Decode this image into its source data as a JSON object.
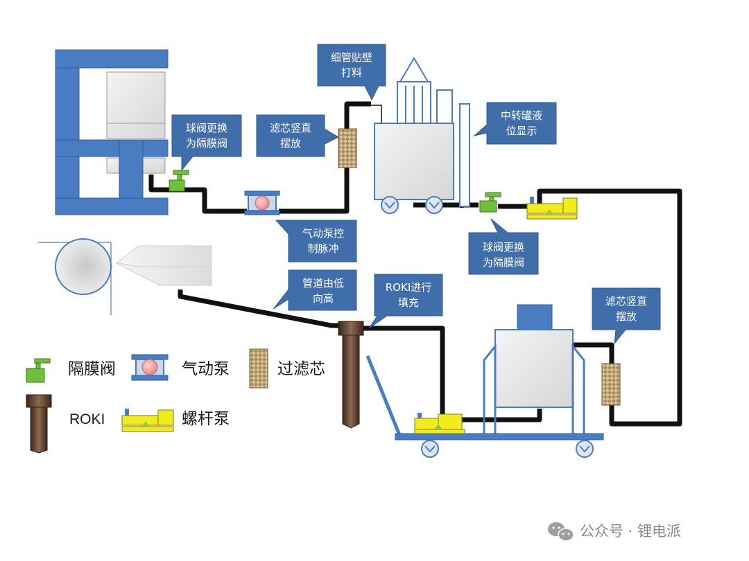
{
  "callouts": {
    "fine_pipe": [
      "细管贴壁",
      "打料"
    ],
    "ball_valve_1": [
      "球阀更换",
      "为隔膜阀"
    ],
    "filter_1": [
      "滤芯竖直",
      "摆放"
    ],
    "transfer_level": [
      "中转罐液",
      "位显示"
    ],
    "pneumatic_pulse": [
      "气动泵控",
      "制脉冲"
    ],
    "ball_valve_2": [
      "球阀更换",
      "为隔膜阀"
    ],
    "pipe_rise": [
      "管道由低",
      "向高"
    ],
    "roki_fill": [
      "ROKI进行",
      "填充"
    ],
    "filter_2": [
      "滤芯竖直",
      "摆放"
    ]
  },
  "legend": {
    "diaphragm_valve": "隔膜阀",
    "pneumatic_pump": "气动泵",
    "filter_core": "过滤芯",
    "roki": "ROKI",
    "screw_pump": "螺杆泵"
  },
  "watermark": {
    "text": "公众号 · 锂电派"
  },
  "colors": {
    "equipment_blue": "#4a7cc2",
    "callout_fill": "#3f6eab",
    "pipe": "#111111",
    "valve_green": "#6fbe3c",
    "pump_yellow": "#f2ec1d",
    "roki_brown": "#5a3d2b",
    "tank_gray": "#e6e6e6"
  }
}
